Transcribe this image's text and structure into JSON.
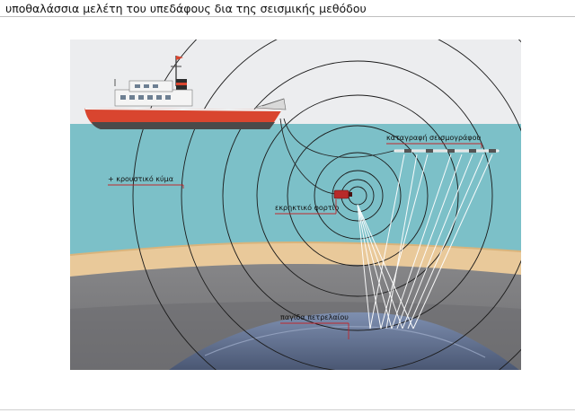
{
  "page": {
    "title": "υποθαλάσσια μελέτη του υπεδάφους δια της σεισμικής μεθόδου"
  },
  "diagram": {
    "labels": {
      "shock_wave": "+ κρουστικό κύμα",
      "explosive_charge": "εκρηκτικό φορτίο",
      "seismograph_recording": "καταγραφή σεισμογράφου",
      "oil_trap": "παγίδα πετρελαίου"
    },
    "colors": {
      "sky": "#ecedef",
      "sea": "#7cc0c8",
      "sand": "#e9c99a",
      "rock": "#7d7d7f",
      "oil_trap": "#4f5e7a",
      "ship_hull": "#d9452f",
      "label_rule": "#c0272d"
    }
  }
}
